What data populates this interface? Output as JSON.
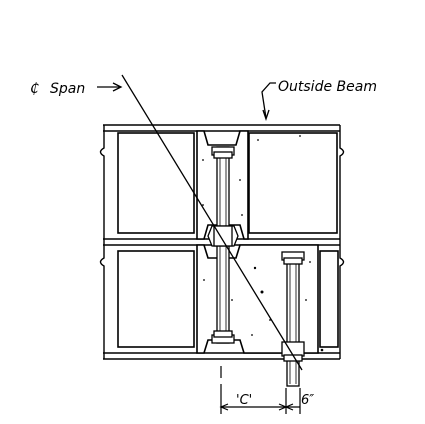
{
  "labels": {
    "center_span_symbol": "₵",
    "center_span": "Span",
    "outside_beam": "Outside Beam",
    "dim_c": "'C'",
    "dim_6": "6″"
  },
  "colors": {
    "ink": "#000000",
    "paper": "#ffffff"
  }
}
